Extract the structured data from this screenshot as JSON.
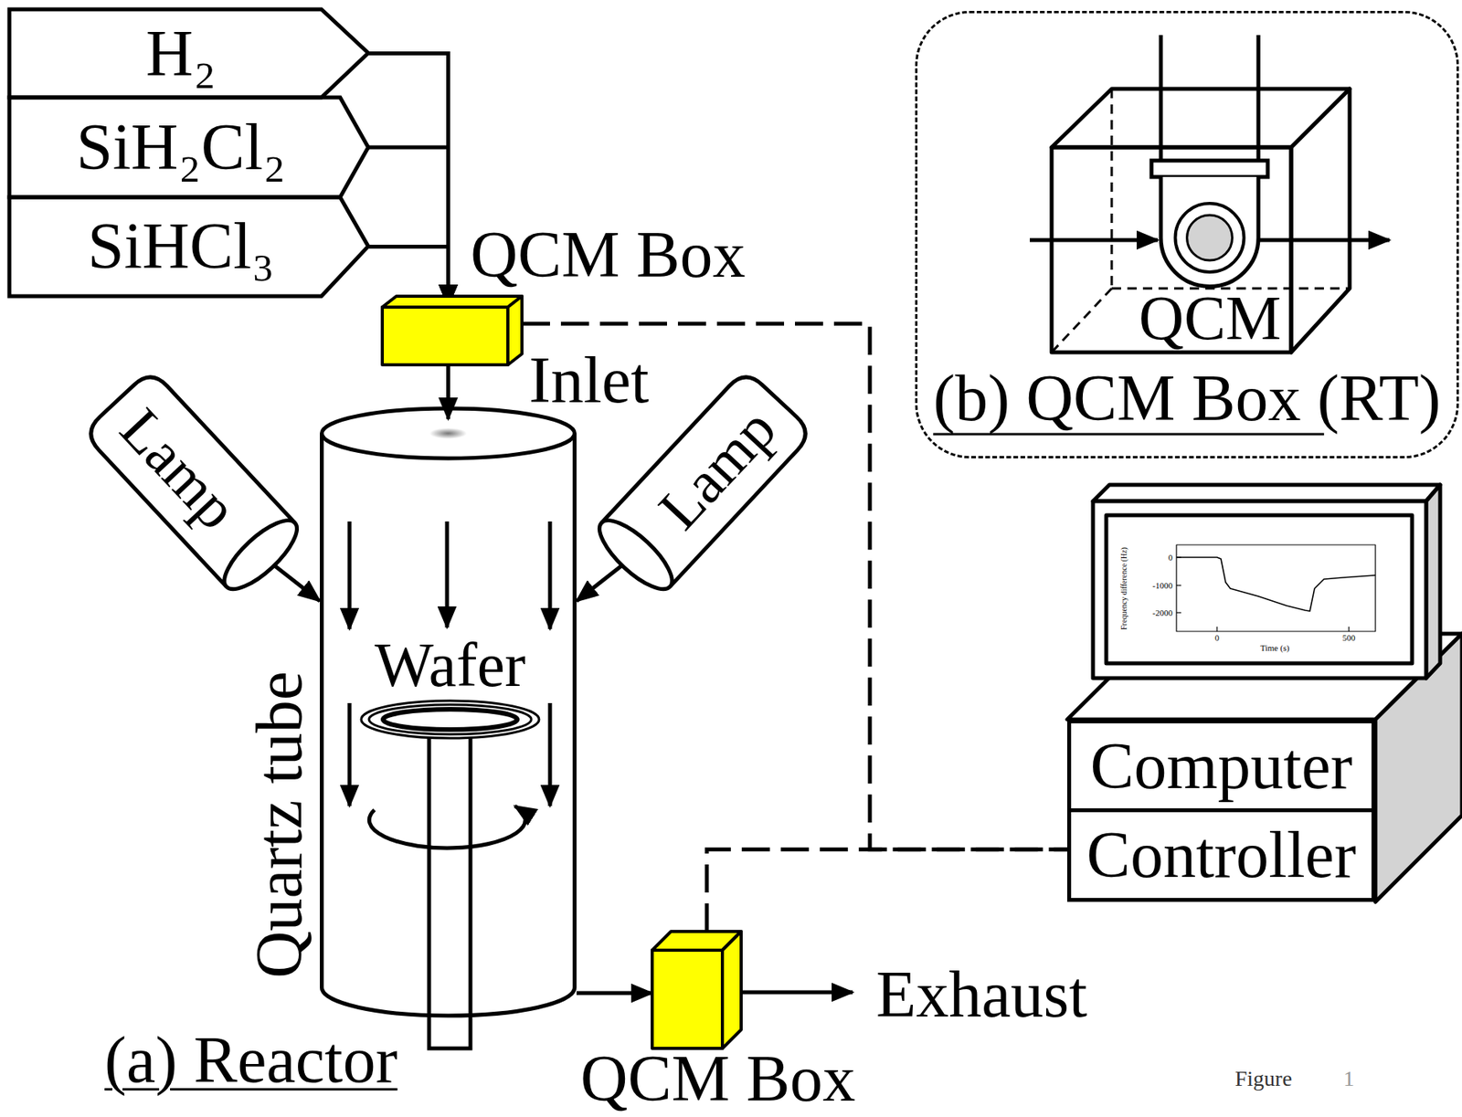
{
  "diagram": {
    "nodes": [
      {
        "text": [
          "H₂"
        ]
      },
      {
        "text": [
          "SiH₂Cl₂"
        ]
      },
      {
        "text": [
          "SiHCl₃"
        ]
      },
      {
        "text": [
          "QCM Box"
        ]
      },
      {
        "text": [
          "Lamp"
        ]
      },
      {
        "text": [
          "Lamp"
        ]
      },
      {
        "text": [
          "Quartz tube"
        ]
      },
      {
        "text": [
          "QCM Box"
        ]
      },
      {
        "text": [
          "(b) QCM Box (RT)"
        ]
      },
      {
        "text": [
          "QCM"
        ],
        "in": 8
      },
      {
        "text": [
          "Computer"
        ]
      },
      {
        "text": [
          "Controller"
        ]
      }
    ],
    "edges": [
      {
        "from": 0,
        "to": 3,
        "arrow": "to"
      },
      {
        "from": 1,
        "to": 3,
        "arrow": "to"
      },
      {
        "from": 2,
        "to": 3,
        "arrow": "to"
      },
      {
        "from": 3,
        "to": 6,
        "arrow": "to"
      },
      {
        "from": 4,
        "to": 6,
        "arrow": "to"
      },
      {
        "from": 5,
        "to": 6,
        "arrow": "to"
      },
      {
        "from": 6,
        "to": 7,
        "arrow": "to"
      },
      {
        "from": 3,
        "to": 11,
        "arrow": "none"
      },
      {
        "from": 7,
        "to": 11,
        "arrow": "none"
      }
    ],
    "labels": [
      "Inlet",
      "Wafer",
      "(a) Reactor",
      "Exhaust",
      "0",
      "-1000",
      "-2000",
      "0",
      "500",
      "Time (s)",
      "Frequency difference (Hz)",
      "Figure",
      "1"
    ]
  }
}
